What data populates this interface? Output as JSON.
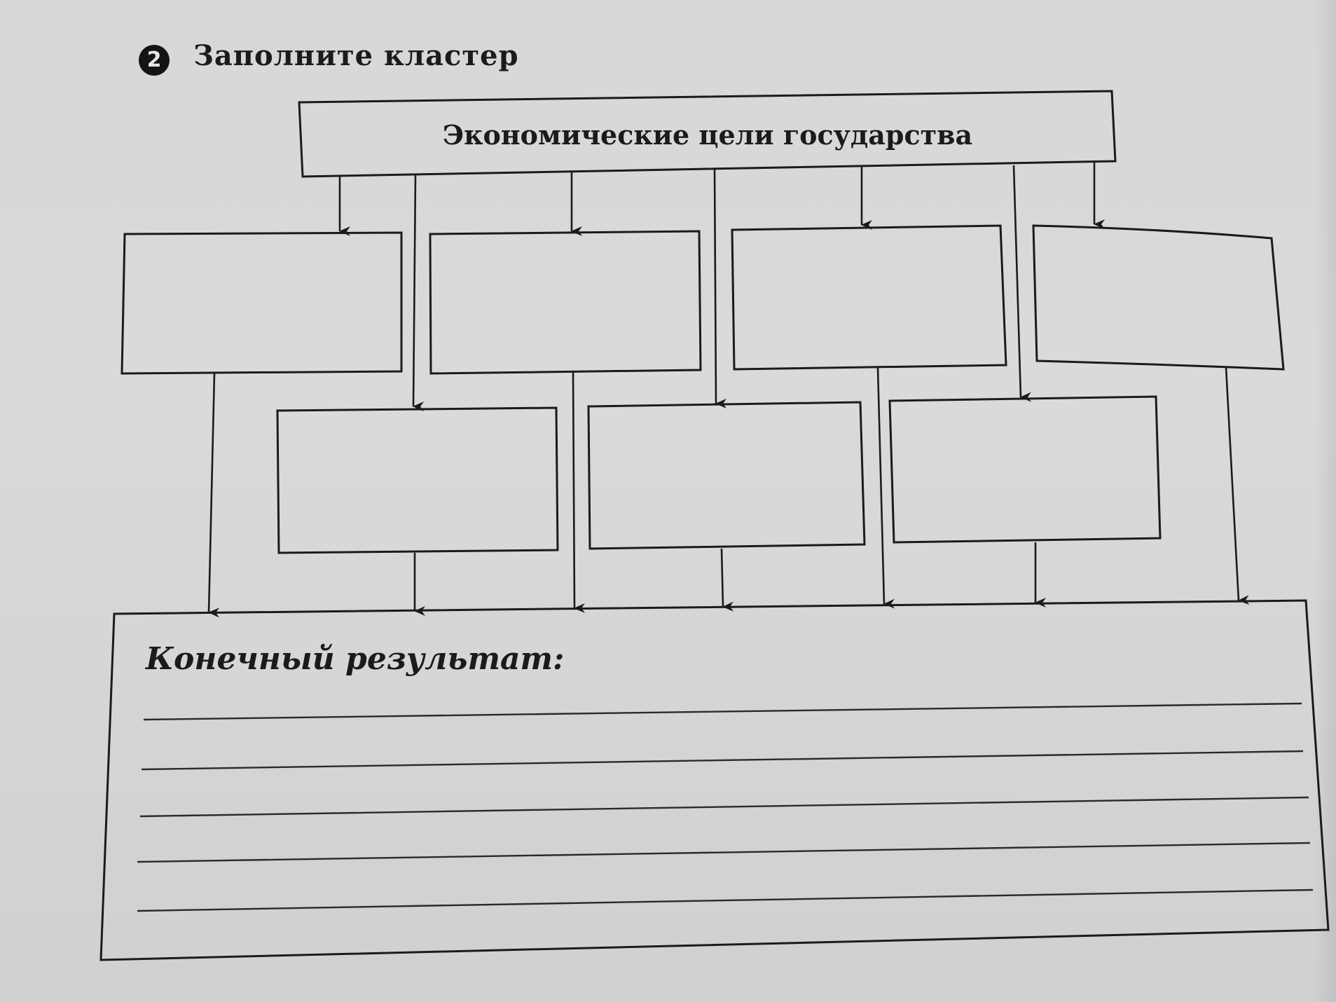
{
  "task": {
    "number": "2",
    "title": "Заполните кластер"
  },
  "diagram": {
    "main_title": "Экономические цели государства",
    "goal_boxes": [
      {
        "id": "goal-1",
        "text": ""
      },
      {
        "id": "goal-2",
        "text": ""
      },
      {
        "id": "goal-3",
        "text": ""
      },
      {
        "id": "goal-4",
        "text": ""
      },
      {
        "id": "goal-5",
        "text": ""
      },
      {
        "id": "goal-6",
        "text": ""
      },
      {
        "id": "goal-7",
        "text": ""
      }
    ],
    "result_label": "Конечный результат:",
    "result_lines": [
      "",
      "",
      "",
      "",
      ""
    ]
  },
  "colors": {
    "paper": "#d6d7d9",
    "ink": "#1b1b1b"
  }
}
